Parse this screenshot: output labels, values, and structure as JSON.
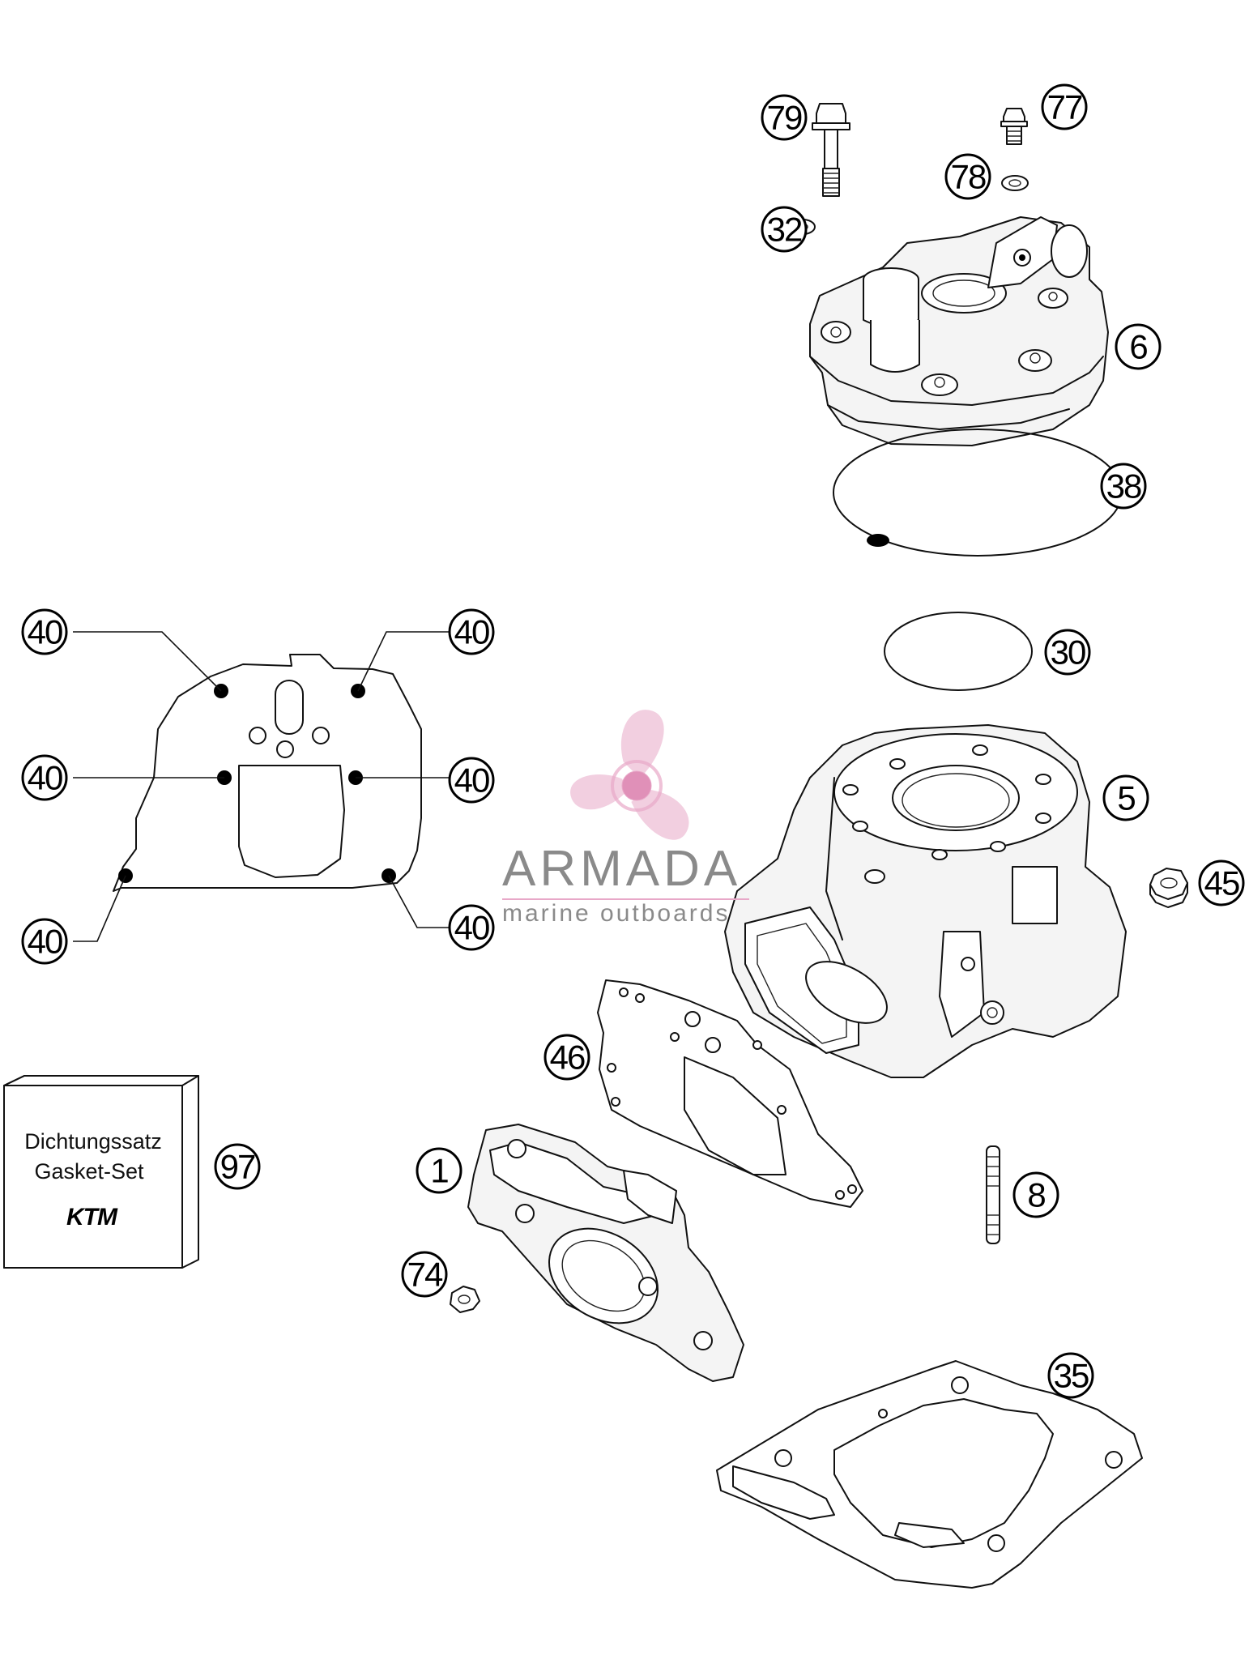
{
  "diagram": {
    "callouts": [
      {
        "id": "c79",
        "label": "79"
      },
      {
        "id": "c77",
        "label": "77"
      },
      {
        "id": "c78",
        "label": "78"
      },
      {
        "id": "c32",
        "label": "32"
      },
      {
        "id": "c6",
        "label": "6"
      },
      {
        "id": "c38",
        "label": "38"
      },
      {
        "id": "c30",
        "label": "30"
      },
      {
        "id": "c5",
        "label": "5"
      },
      {
        "id": "c45",
        "label": "45"
      },
      {
        "id": "c40a",
        "label": "40"
      },
      {
        "id": "c40b",
        "label": "40"
      },
      {
        "id": "c40c",
        "label": "40"
      },
      {
        "id": "c40d",
        "label": "40"
      },
      {
        "id": "c40e",
        "label": "40"
      },
      {
        "id": "c40f",
        "label": "40"
      },
      {
        "id": "c46",
        "label": "46"
      },
      {
        "id": "c97",
        "label": "97"
      },
      {
        "id": "c1",
        "label": "1"
      },
      {
        "id": "c8",
        "label": "8"
      },
      {
        "id": "c74",
        "label": "74"
      },
      {
        "id": "c35",
        "label": "35"
      }
    ],
    "kit_box": {
      "line1": "Dichtungssatz",
      "line2": "Gasket-Set",
      "brand": "KTM"
    },
    "watermark": {
      "title": "ARMADA",
      "subtitle": "marine outboards",
      "color": "#e8a8c8"
    }
  }
}
